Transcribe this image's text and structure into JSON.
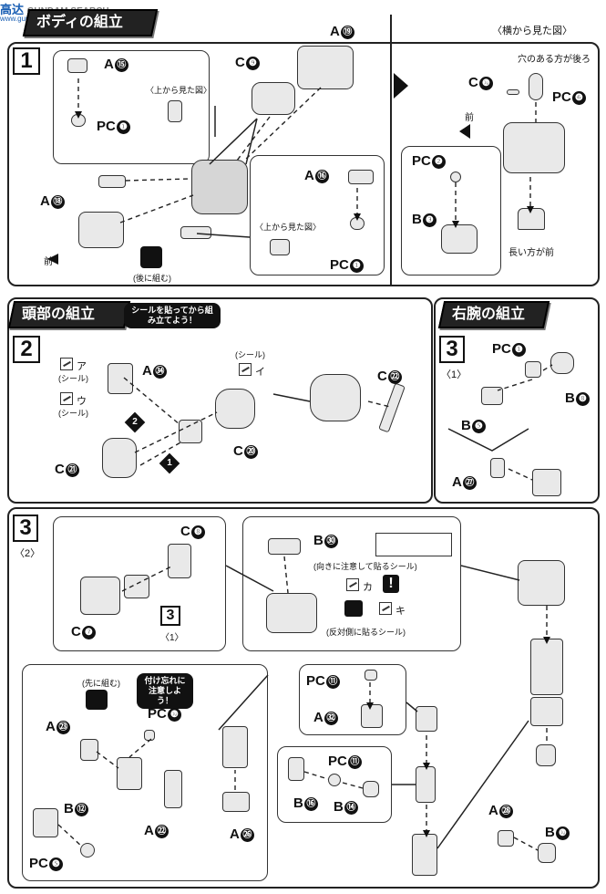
{
  "watermark": {
    "cn": "高达",
    "en": "GUNDAM SEARCH",
    "site": "www.gundamsearch.net"
  },
  "section1": {
    "step": "1",
    "banner": "ボディの組立",
    "parts": {
      "a15": "A",
      "a15n": "⑮",
      "pc1": "PC",
      "pc1n": "❶",
      "c9": "C",
      "c9n": "❾",
      "a19": "A",
      "a19n": "⑲",
      "a18": "A",
      "a18n": "⑱",
      "a16": "A",
      "a16n": "⑯",
      "pc1b": "PC",
      "pc1bn": "❶"
    },
    "top_view_1": "〈上から見た図〉",
    "top_view_2": "〈上から見た図〉",
    "front": "前",
    "later": "(後に組む)",
    "side_view": "〈横から見た図〉",
    "hole_side_back": "穴のある方が後ろ",
    "c10": "C",
    "c10n": "❿",
    "pc6": "PC",
    "pc6n": "❻",
    "front2": "前",
    "pc2": "PC",
    "pc2n": "❷",
    "b3": "B",
    "b3n": "❸",
    "long_side_front": "長い方が前"
  },
  "section2": {
    "step": "2",
    "banner": "頭部の組立",
    "note": "シールを貼ってから組み立てよう！",
    "sticker_a": "ア",
    "seal1": "(シール)",
    "sticker_u": "ウ",
    "seal2": "(シール)",
    "a34": "A",
    "a34n": "㉞",
    "seal3": "(シール)",
    "sticker_i": "イ",
    "c22": "C",
    "c22n": "㉒",
    "c20": "C",
    "c20n": "⑳",
    "c21": "C",
    "c21n": "㉑",
    "order2": "2",
    "order1": "1"
  },
  "section3a": {
    "step": "3",
    "sub": "〈1〉",
    "banner": "右腕の組立",
    "pc1": "PC",
    "pc1n": "❶",
    "b8": "B",
    "b8n": "❽",
    "b5": "B",
    "b5n": "❺",
    "a27": "A",
    "a27n": "㉗"
  },
  "section3b": {
    "step": "3",
    "sub": "〈2〉",
    "c8": "C",
    "c8n": "❽",
    "c7": "C",
    "c7n": "❼",
    "ref_step": "3",
    "ref_sub": "〈1〉",
    "b30": "B",
    "b30n": "㉚",
    "seal_orient": "(向きに注意して貼るシール)",
    "sticker_ka": "カ",
    "sticker_ki": "キ",
    "seal_opposite": "(反対側に貼るシール)",
    "first": "(先に組む)",
    "note2": "付け忘れに注意しよう！",
    "pc10": "PC",
    "pc10n": "❿",
    "a23": "A",
    "a23n": "㉓",
    "a22": "A",
    "a22n": "㉒",
    "b12": "B",
    "b12n": "⑫",
    "pc5": "PC",
    "pc5n": "❺",
    "a26": "A",
    "a26n": "㉖",
    "pc11": "PC",
    "pc11n": "⑪",
    "a32": "A",
    "a32n": "㉜",
    "pc11b": "PC",
    "pc11bn": "⑪",
    "b16": "B",
    "b16n": "⑯",
    "b14": "B",
    "b14n": "⑭",
    "a28": "A",
    "a28n": "㉘",
    "b10": "B",
    "b10n": "❿"
  }
}
